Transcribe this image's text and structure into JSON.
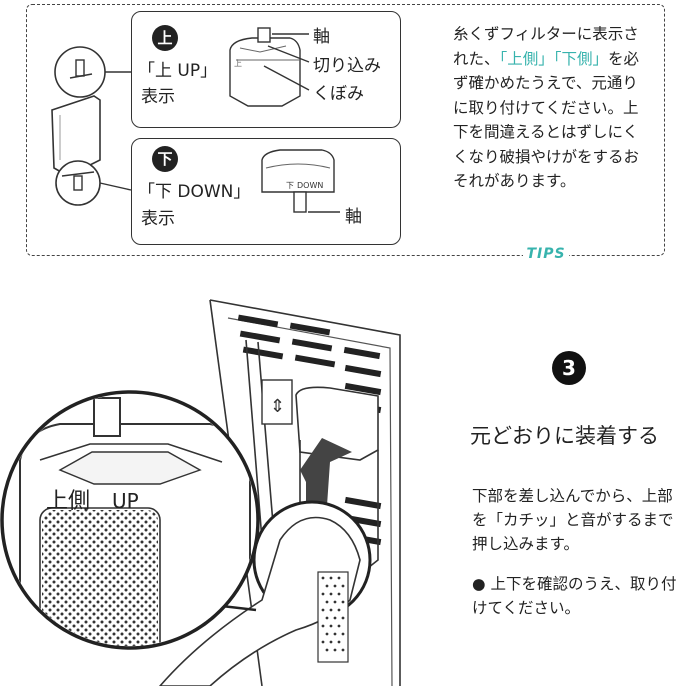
{
  "tips": {
    "label": "TIPS",
    "up_panel": {
      "badge": "上",
      "label_line1": "「上 UP」",
      "label_line2": "表示",
      "callouts": [
        "軸",
        "切り込み",
        "くぼみ"
      ]
    },
    "down_panel": {
      "badge": "下",
      "label_line1": "「下 DOWN」",
      "label_line2": "表示",
      "callouts": [
        "軸"
      ],
      "part_marks": [
        "下",
        "DOWN"
      ]
    },
    "note": {
      "part1": "糸くずフィルターに表示された、",
      "highlight": "「上側」「下側」",
      "part2": "を必ず確かめたうえで、元通りに取り付けてください。上下を間違えるとはずしにくくなり破損やけがをするおそれがあります。"
    }
  },
  "step": {
    "number": "3",
    "title": "元どおりに装着する",
    "body1": "下部を差し込んでから、上部を「カチッ」と音がするまで押し込みます。",
    "body2": "● 上下を確認のうえ、取り付けてください。"
  },
  "illustration": {
    "zoom_label_side": "上側",
    "zoom_label_up": "UP"
  }
}
